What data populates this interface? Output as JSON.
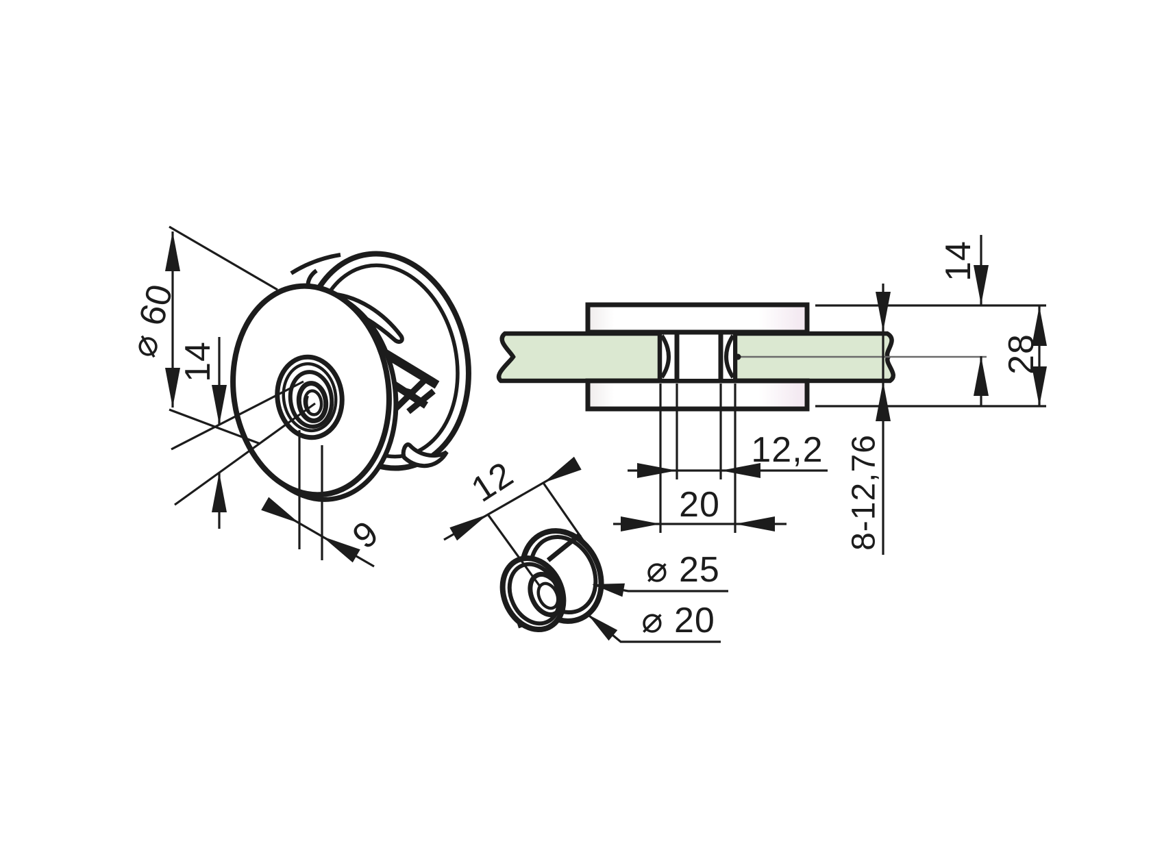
{
  "drawing": {
    "kind": "technical-drawing",
    "subject": "round glass clamp with bushing and glass section",
    "colors": {
      "line": "#1c1c1c",
      "glass": "#dbe8d1",
      "background": "#ffffff",
      "centerline": "#6a6a6a"
    },
    "dimensions": {
      "front_diameter": "⌀ 60",
      "front_depth": "14",
      "front_offset": "9",
      "bushing_length": "12",
      "bushing_outer_diameter": "⌀ 25",
      "bushing_inner_diameter": "⌀ 20",
      "section_plate_to_center": "14",
      "section_overall_thickness": "28",
      "section_hub_width": "12,2",
      "section_hole_diameter": "20",
      "section_glass_thickness_range": "8-12,76"
    }
  }
}
